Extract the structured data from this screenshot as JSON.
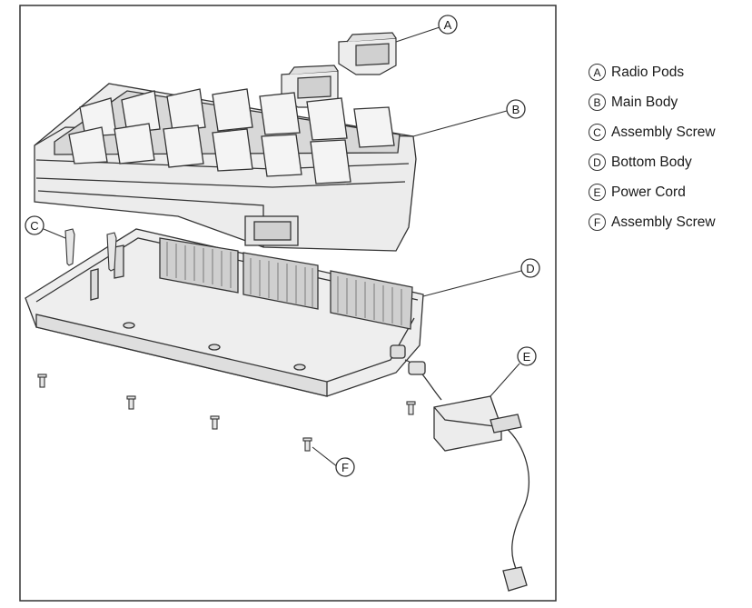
{
  "callouts": [
    {
      "letter": "A",
      "label": "Radio Pods"
    },
    {
      "letter": "B",
      "label": "Main Body"
    },
    {
      "letter": "C",
      "label": "Assembly Screw"
    },
    {
      "letter": "D",
      "label": "Bottom Body"
    },
    {
      "letter": "E",
      "label": "Power Cord"
    },
    {
      "letter": "F",
      "label": "Assembly Screw"
    }
  ],
  "colors": {
    "line": "#333333",
    "body_fill": "#ededed",
    "shade": "#cfcfcf",
    "vent": "#9a9a9a"
  }
}
